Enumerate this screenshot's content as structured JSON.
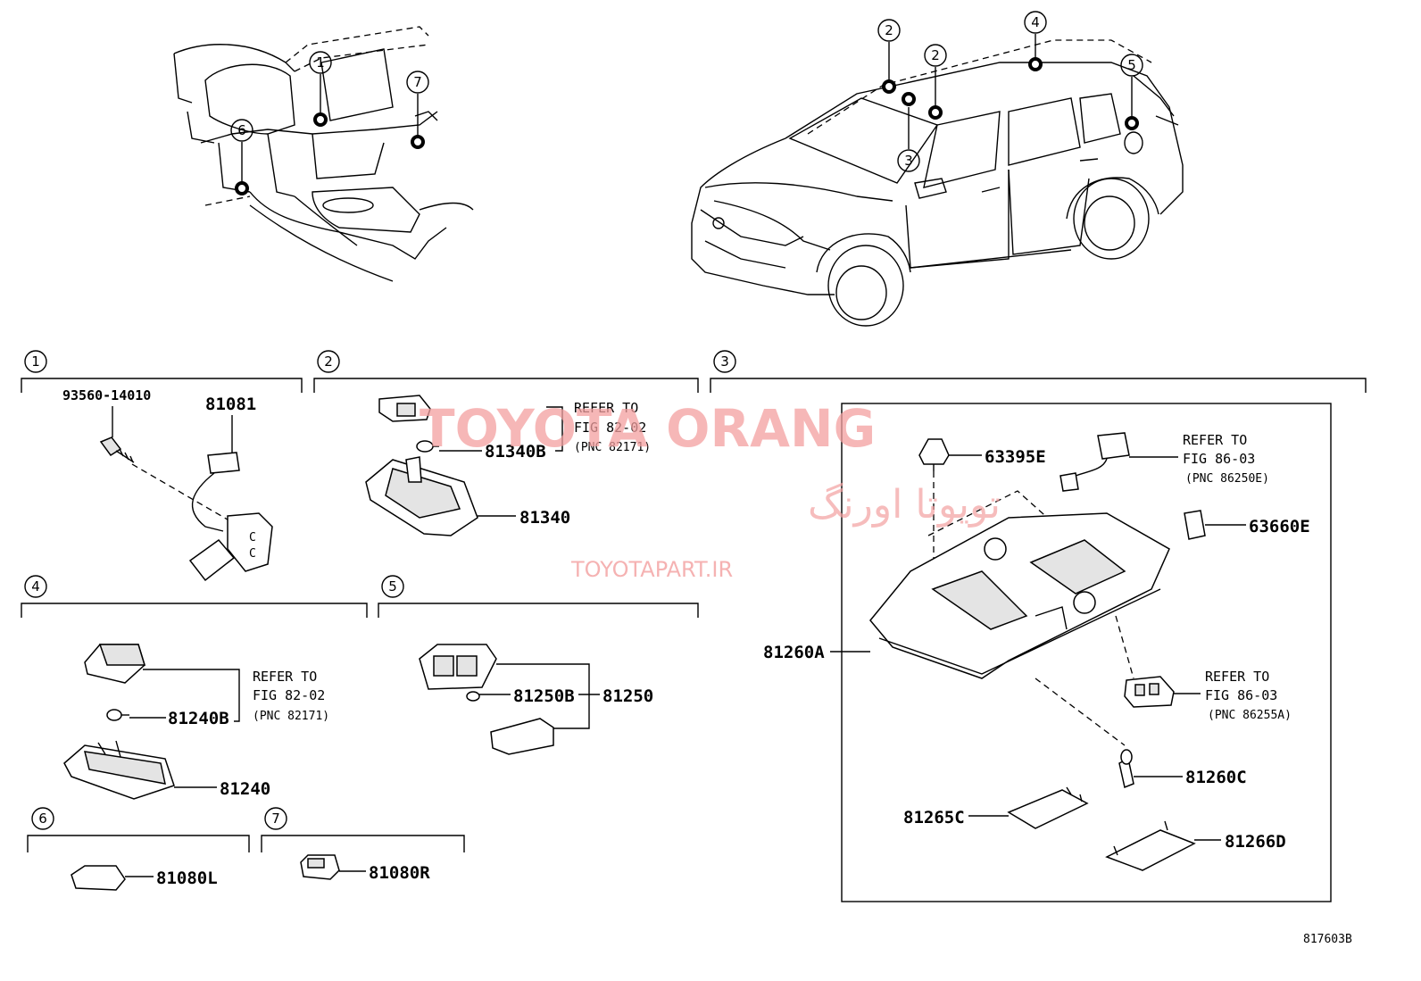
{
  "watermark": {
    "brand": "TOYOTA ORANG",
    "brand_persian": "تویوتا اورنگ",
    "site": "TOYOTAPART.IR"
  },
  "callouts": {
    "c1": "1",
    "c2": "2",
    "c3": "3",
    "c4": "4",
    "c5": "5",
    "c6": "6",
    "c7": "7"
  },
  "sections": {
    "s1": "1",
    "s2": "2",
    "s3": "3",
    "s4": "4",
    "s5": "5",
    "s6": "6",
    "s7": "7"
  },
  "parts": {
    "p93560": "93560-14010",
    "p81081": "81081",
    "p81340B": "81340B",
    "p81340": "81340",
    "p63395E": "63395E",
    "p63660E": "63660E",
    "p81260A": "81260A",
    "p81260C": "81260C",
    "p81265C": "81265C",
    "p81266D": "81266D",
    "p81240B": "81240B",
    "p81240": "81240",
    "p81250B": "81250B",
    "p81250": "81250",
    "p81080L": "81080L",
    "p81080R": "81080R"
  },
  "refs": {
    "r2": {
      "l1": "REFER TO",
      "l2": "FIG 82-02",
      "l3": "(PNC 82171)"
    },
    "r3a": {
      "l1": "REFER TO",
      "l2": "FIG 86-03",
      "l3": "(PNC 86250E)"
    },
    "r3b": {
      "l1": "REFER TO",
      "l2": "FIG 86-03",
      "l3": "(PNC 86255A)"
    },
    "r4": {
      "l1": "REFER TO",
      "l2": "FIG 82-02",
      "l3": "(PNC 82171)"
    }
  },
  "figure_id": "817603B"
}
